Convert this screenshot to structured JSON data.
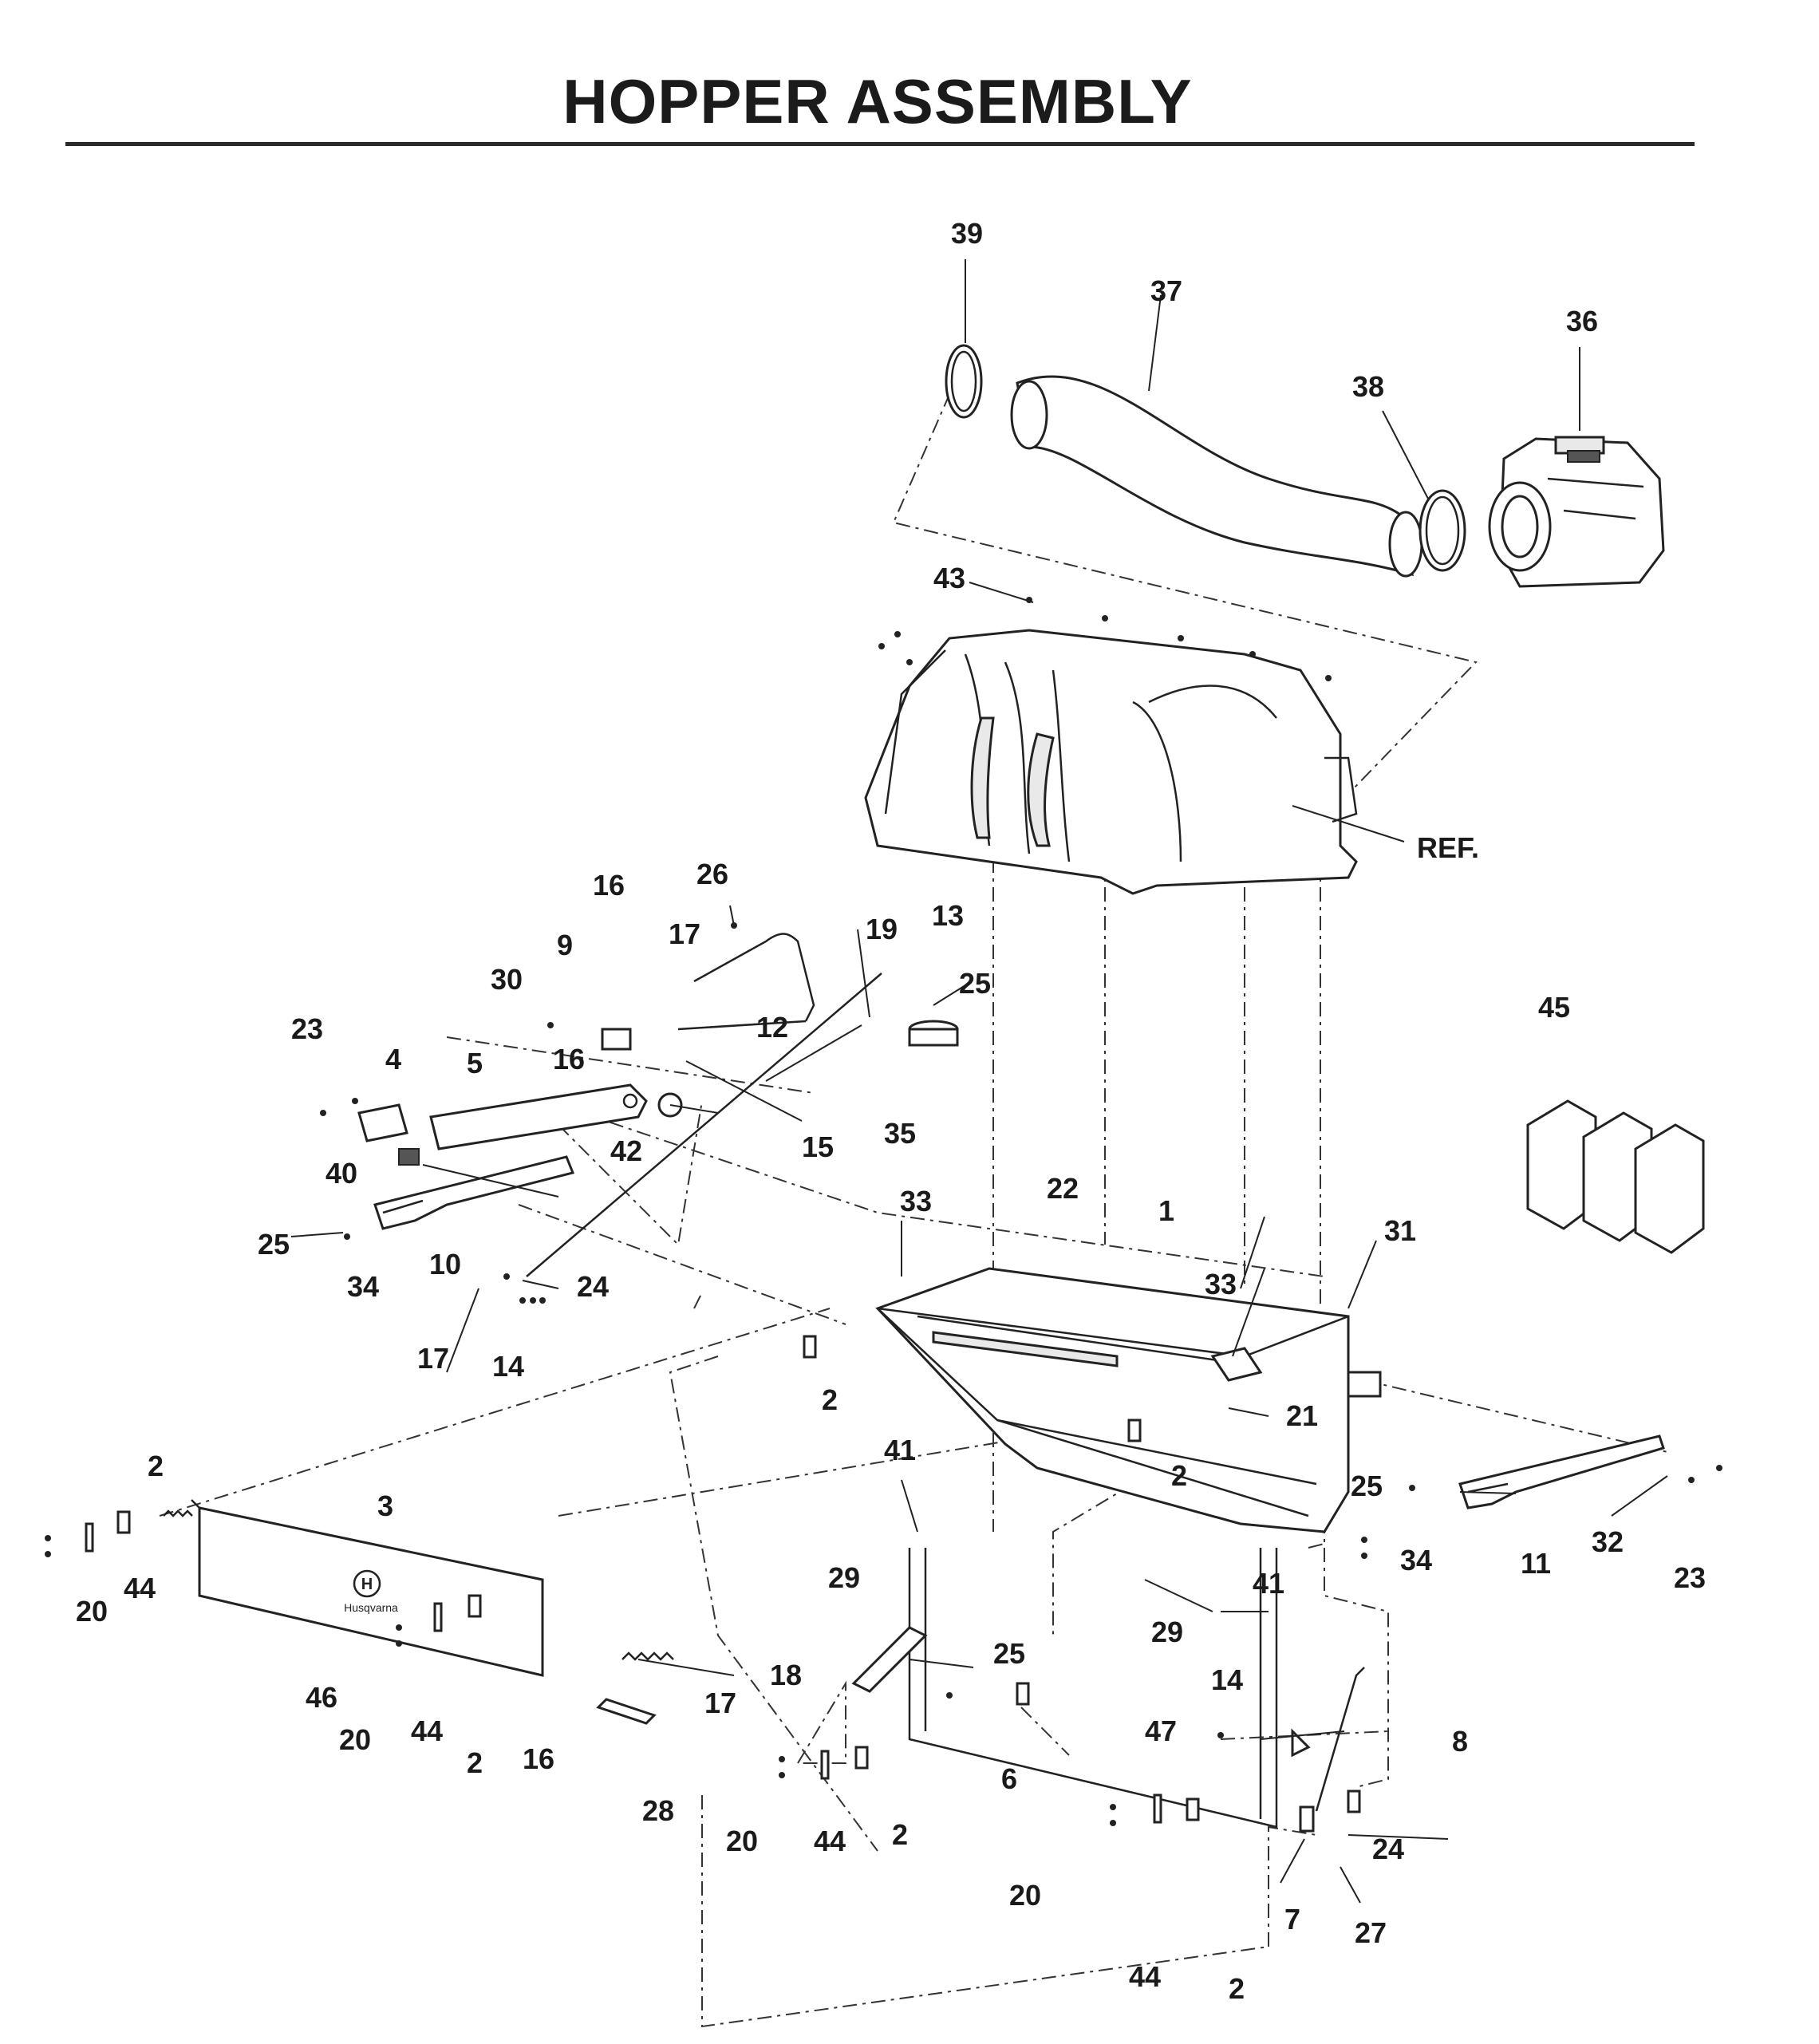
{
  "title": "HOPPER ASSEMBLY",
  "logo_text": "Husqvarna",
  "callouts": [
    "39",
    "37",
    "36",
    "38",
    "43",
    "REF.",
    "26",
    "16",
    "17",
    "19",
    "13",
    "25",
    "9",
    "30",
    "12",
    "23",
    "4",
    "5",
    "16",
    "42",
    "35",
    "15",
    "40",
    "10",
    "25",
    "34",
    "24",
    "17",
    "14",
    "33",
    "22",
    "1",
    "33",
    "31",
    "45",
    "2",
    "21",
    "2",
    "25",
    "34",
    "11",
    "32",
    "23",
    "41",
    "2",
    "3",
    "29",
    "25",
    "20",
    "44",
    "46",
    "20",
    "44",
    "2",
    "16",
    "18",
    "17",
    "28",
    "41",
    "29",
    "14",
    "47",
    "8",
    "20",
    "44",
    "2",
    "6",
    "24",
    "20",
    "7",
    "27",
    "44",
    "2"
  ]
}
